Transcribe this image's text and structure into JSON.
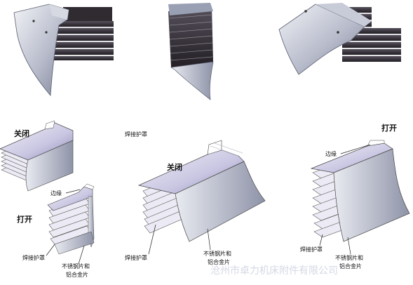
{
  "diagrams": {
    "top_left": {
      "state_label": "关闭",
      "edge_label": "边缘",
      "open_label": "打开",
      "weld_label": "焊接护罩",
      "steel_label_line1": "不锈钢片和",
      "steel_label_line2": "铝合金片"
    },
    "middle": {
      "weld_title": "焊接护罩",
      "state_label": "关闭",
      "weld_label": "焊接护罩",
      "steel_label_line1": "不锈钢片和",
      "steel_label_line2": "铝合金片"
    },
    "right": {
      "state_label": "打开",
      "edge_label": "边缘",
      "weld_label": "焊接护罩",
      "steel_label_line1": "不锈钢片和",
      "steel_label_line2": "铝合金片"
    }
  },
  "watermark": "沧州市卓力机床附件有限公司",
  "colors": {
    "metal_light": "#e6e8ef",
    "metal_mid": "#9aa0b4",
    "metal_dark": "#3b3b46",
    "bellows": "#2e2a30"
  }
}
